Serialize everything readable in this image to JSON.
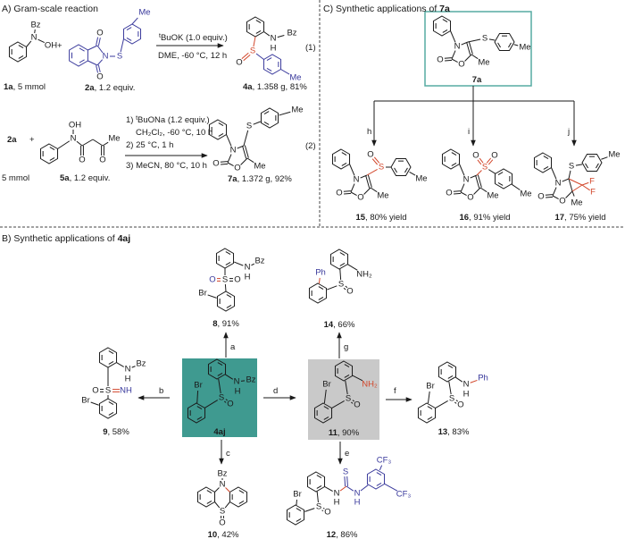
{
  "sections": {
    "a_title": "A) Gram-scale reaction",
    "b_prefix": "B) Synthetic applications of ",
    "b_bold": "4aj",
    "c_prefix": "C) Synthetic applications of ",
    "c_bold": "7a"
  },
  "reaction1": {
    "sm1": {
      "id": "1a",
      "text": ", 5 mmol"
    },
    "plus": "+",
    "sm2": {
      "id": "2a",
      "text": ", 1.2 equiv."
    },
    "cond_above_sup": "t",
    "cond_above": "BuOK (1.0 equiv.)",
    "cond_below": "DME, -60 °C, 12 h",
    "product": {
      "id": "4a",
      "text": ", 1.358 g, 81%"
    },
    "number": "(1)"
  },
  "reaction2": {
    "sm1_id": "2a",
    "plus": "+",
    "sm1_amount": "5 mmol",
    "sm2": {
      "id": "5a",
      "text": ", 1.2 equiv."
    },
    "cond1_prefix": "1) ",
    "cond1_sup": "t",
    "cond1": "BuONa (1.2 equiv.)",
    "cond2": "CH₂Cl₂, -60 °C, 10 h",
    "cond3": "2) 25 °C, 1 h",
    "cond4": "3) MeCN, 80 °C, 10 h",
    "product": {
      "id": "7a",
      "text": ", 1.372 g,  92%"
    },
    "number": "(2)"
  },
  "sectionC": {
    "start": "7a",
    "steps": [
      {
        "letter": "h",
        "id": "15",
        "text": ", 80% yield"
      },
      {
        "letter": "i",
        "id": "16",
        "text": ", 91% yield"
      },
      {
        "letter": "j",
        "id": "17",
        "text": ", 75% yield"
      }
    ]
  },
  "sectionB": {
    "start": "4aj",
    "a": {
      "letter": "a",
      "id": "8",
      "text": ", 91%"
    },
    "b": {
      "letter": "b",
      "id": "9",
      "text": ", 58%"
    },
    "c": {
      "letter": "c",
      "id": "10",
      "text": ", 42%"
    },
    "d": {
      "letter": "d",
      "id": "11",
      "text": ", 90%"
    },
    "e": {
      "letter": "e",
      "id": "12",
      "text": ", 86%"
    },
    "f": {
      "letter": "f",
      "id": "13",
      "text": ", 83%"
    },
    "g": {
      "letter": "g",
      "id": "14",
      "text": ", 66%"
    }
  },
  "atoms": {
    "s1a": [
      "Bz",
      "N",
      "OH"
    ],
    "s2a": [
      "O",
      "O",
      "N",
      "S",
      "Me"
    ],
    "s4a": [
      "N",
      "Bz",
      "H",
      "S",
      "O",
      "Me"
    ],
    "s5a": [
      "N",
      "OH",
      "O",
      "O",
      "Me"
    ],
    "s7a_r2": [
      "N",
      "O",
      "O",
      "Me",
      "S",
      "Me"
    ],
    "s7a_box": [
      "N",
      "O",
      "O",
      "Me",
      "S",
      "Me"
    ],
    "s15": [
      "N",
      "O",
      "O",
      "Me",
      "S",
      "Me",
      "O"
    ],
    "s16": [
      "N",
      "O",
      "O",
      "Me",
      "S",
      "Me",
      "O",
      "O"
    ],
    "s17": [
      "N",
      "O",
      "O",
      "Me",
      "S",
      "Me",
      "F",
      "F"
    ],
    "s4aj": [
      "S",
      "O",
      "Br",
      "N",
      "H",
      "Bz"
    ],
    "s11": [
      "S",
      "O",
      "Br",
      "NH₂"
    ],
    "s13": [
      "S",
      "O",
      "Br",
      "N",
      "H",
      "Ph"
    ],
    "s8": [
      "S",
      "O",
      "O",
      "Br",
      "N",
      "H",
      "Bz"
    ],
    "s14": [
      "S",
      "O",
      "NH₂",
      "Ph"
    ],
    "s9": [
      "S",
      "O",
      "NH",
      "N",
      "H",
      "Bz",
      "Br"
    ],
    "s10": [
      "N",
      "Bz",
      "S",
      "O"
    ],
    "s12": [
      "S",
      "O",
      "Br",
      "N",
      "H",
      "S",
      "N",
      "H",
      "CF₃",
      "CF₃"
    ]
  },
  "colors": {
    "ink": "#1a1a1a",
    "blue": "#3a3a9c",
    "red": "#d2462a",
    "teal_fill": "#3f9a90",
    "teal_border": "#56aba2",
    "gray_fill": "#c9c9c9"
  }
}
